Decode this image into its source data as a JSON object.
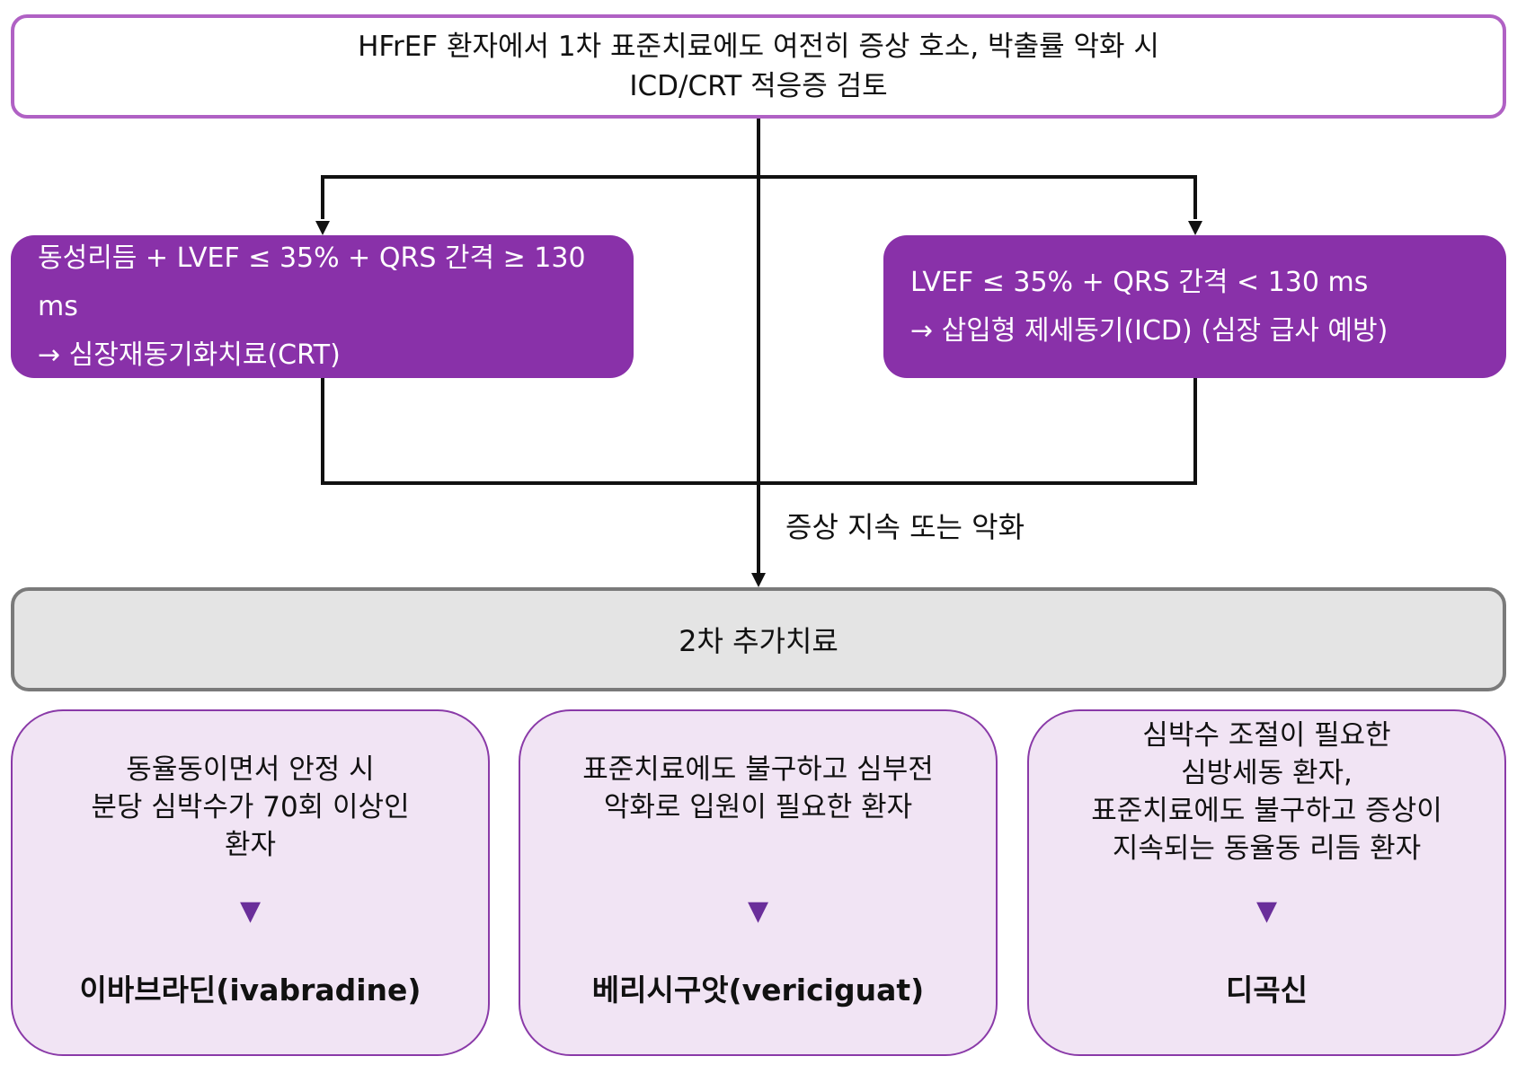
{
  "top_box": {
    "line1": "HFrEF 환자에서 1차 표준치료에도 여전히 증상 호소, 박출률 악화 시",
    "line2": "ICD/CRT 적응증 검토"
  },
  "left_box": {
    "line1": "동성리듬 + LVEF ≤ 35% + QRS 간격 ≥ 130 ms",
    "line2": "→ 심장재동기화치료(CRT)"
  },
  "right_box": {
    "line1": "LVEF ≤ 35% + QRS 간격 < 130 ms",
    "line2": "→ 삽입형 제세동기(ICD) (심장 급사 예방)"
  },
  "connector_label": "증상 지속 또는 악화",
  "second_box": {
    "label": "2차 추가치료"
  },
  "options": [
    {
      "condition": [
        "동율동이면서 안정 시",
        "분당 심박수가 70회 이상인",
        "환자"
      ],
      "arrow": "▼",
      "drug": "이바브라딘(ivabradine)"
    },
    {
      "condition": [
        "표준치료에도 불구하고 심부전",
        "악화로 입원이 필요한 환자"
      ],
      "arrow": "▼",
      "drug": "베리시구앗(vericiguat)"
    },
    {
      "condition": [
        "심박수 조절이 필요한",
        "심방세동 환자,",
        "표준치료에도 불구하고 증상이",
        "지속되는 동율동 리듬 환자"
      ],
      "arrow": "▼",
      "drug": "디곡신"
    }
  ],
  "colors": {
    "purple": "#8931a9",
    "top_border": "#b061c4",
    "option_fill": "#f1e4f4",
    "gray_box": "#e4e4e4",
    "arrow_marker": "#6a2e9a"
  }
}
